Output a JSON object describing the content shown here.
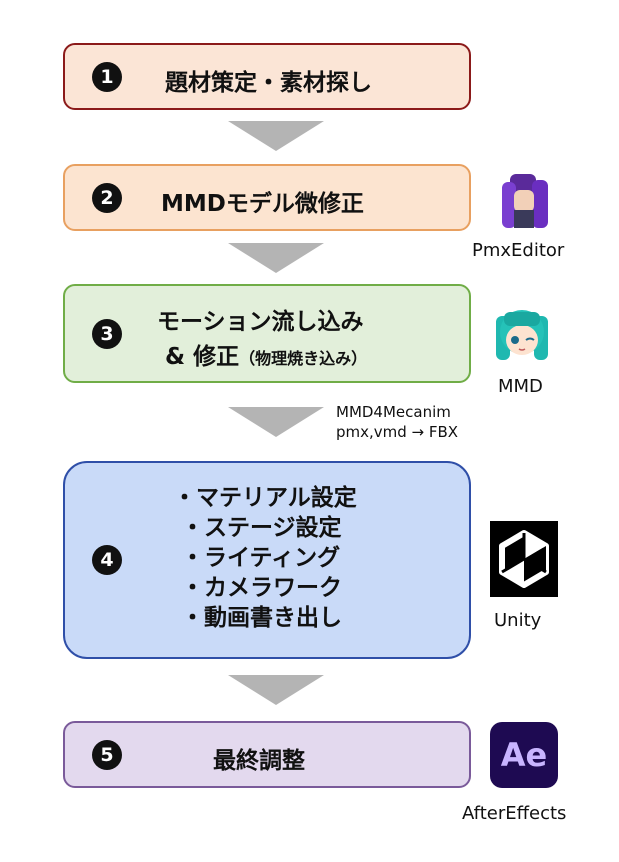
{
  "steps": [
    {
      "num": "1",
      "title": "題材策定・素材探し"
    },
    {
      "num": "2",
      "title": "MMDモデル微修正"
    },
    {
      "num": "3",
      "title": "モーション流し込み",
      "title2": "& 修正",
      "title2_sub": "（物理焼き込み）"
    },
    {
      "num": "4",
      "items": [
        "・マテリアル設定",
        "・ステージ設定",
        "・ライティング",
        "・カメラワーク",
        "・動画書き出し"
      ]
    },
    {
      "num": "5",
      "title": "最終調整"
    }
  ],
  "tools": {
    "pmx": "PmxEditor",
    "mmd": "MMD",
    "unity": "Unity",
    "ae": "AfterEffects",
    "ae_logo_text": "Ae"
  },
  "conversion_note": [
    "MMD4Mecanim",
    "pmx,vmd → FBX"
  ],
  "colors": {
    "step1": {
      "fill": "#fbe5d6",
      "border": "#8b1a1a"
    },
    "step2": {
      "fill": "#fce4d0",
      "border": "#e8a060"
    },
    "step3": {
      "fill": "#e2efda",
      "border": "#70ad47"
    },
    "step4": {
      "fill": "#c9daf8",
      "border": "#2f4fa8"
    },
    "step5": {
      "fill": "#e3d9ee",
      "border": "#7a5a9a"
    },
    "arrow": "#b4b4b4"
  }
}
